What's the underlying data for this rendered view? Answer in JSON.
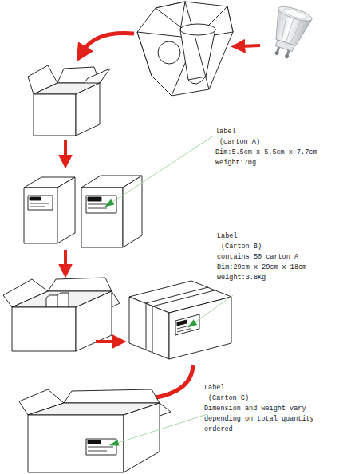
{
  "diagram": {
    "labels": [
      "label",
      "(carton A)",
      "Dim:5.5cm x 5.5cm x 7.7cm",
      "Weight:70g",
      "Label",
      "(Carton B)",
      "contains 50 carton A",
      "Dim:29cm x 29cm x 18cm",
      "Weight:3.8Kg",
      "Label",
      "(Carton C)",
      "Dimension and weight vary depending on total quantity ordered"
    ]
  }
}
